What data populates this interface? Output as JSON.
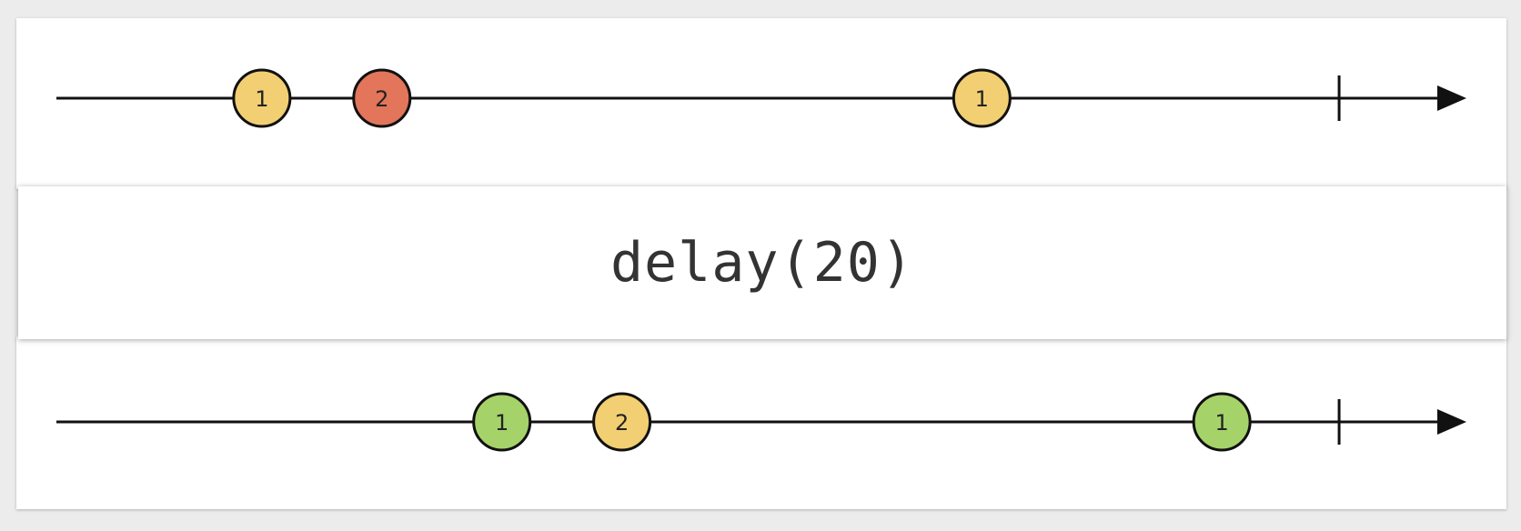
{
  "operator": {
    "label": "delay(20)"
  },
  "colors": {
    "yellow": "#f2cf72",
    "red": "#e2755a",
    "green": "#a5d36a",
    "line": "#111111"
  },
  "timeline_range": [
    0,
    100
  ],
  "input_stream": {
    "marbles": [
      {
        "label": "1",
        "time": 15,
        "color": "yellow"
      },
      {
        "label": "2",
        "time": 23.8,
        "color": "red"
      },
      {
        "label": "1",
        "time": 67.8,
        "color": "yellow"
      }
    ],
    "complete_time": 94
  },
  "output_stream": {
    "marbles": [
      {
        "label": "1",
        "time": 32.6,
        "color": "green"
      },
      {
        "label": "2",
        "time": 41.4,
        "color": "yellow"
      },
      {
        "label": "1",
        "time": 85.4,
        "color": "green"
      }
    ],
    "complete_time": 94
  }
}
